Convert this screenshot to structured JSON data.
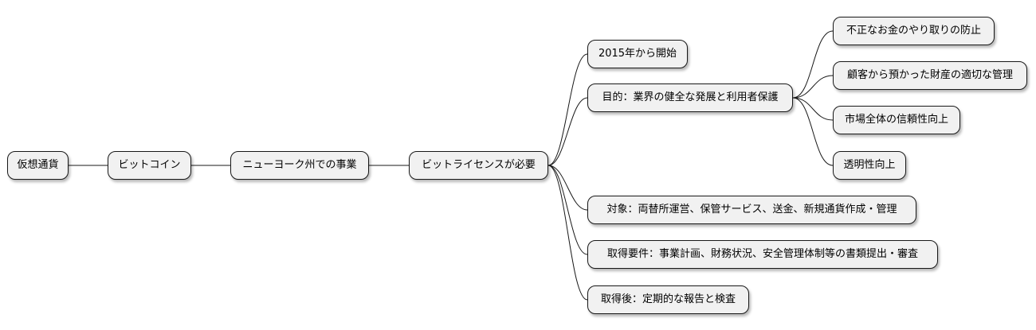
{
  "mindmap": {
    "root": {
      "label": "仮想通貨"
    },
    "level1": {
      "label": "ビットコイン"
    },
    "level2": {
      "label": "ニューヨーク州での事業"
    },
    "level3": {
      "label": "ビットライセンスが必要"
    },
    "branches": [
      {
        "label": "2015年から開始"
      },
      {
        "label": "目的：業界の健全な発展と利用者保護",
        "children": [
          {
            "label": "不正なお金のやり取りの防止"
          },
          {
            "label": "顧客から預かった財産の適切な管理"
          },
          {
            "label": "市場全体の信頼性向上"
          },
          {
            "label": "透明性向上"
          }
        ]
      },
      {
        "label": "対象：両替所運営、保管サービス、送金、新規通貨作成・管理"
      },
      {
        "label": "取得要件：事業計画、財務状況、安全管理体制等の書類提出・審査"
      },
      {
        "label": "取得後：定期的な報告と検査"
      }
    ]
  }
}
